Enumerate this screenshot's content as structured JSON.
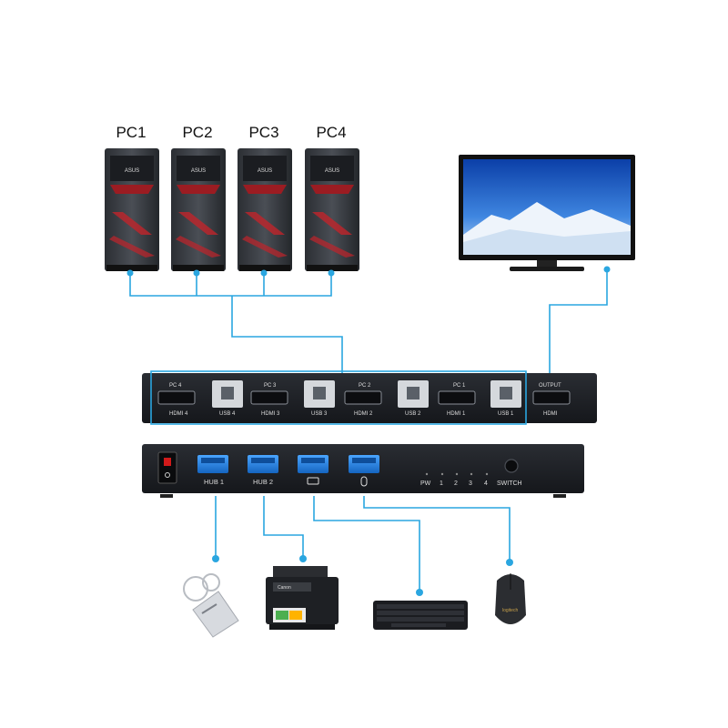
{
  "pcs": [
    {
      "label": "PC1",
      "brand": "ASUS"
    },
    {
      "label": "PC2",
      "brand": "ASUS"
    },
    {
      "label": "PC3",
      "brand": "ASUS"
    },
    {
      "label": "PC4",
      "brand": "ASUS"
    }
  ],
  "rear_panel": {
    "ports": [
      {
        "pc": "PC 4",
        "hdmi": "HDMI 4",
        "usb": "USB 4"
      },
      {
        "pc": "PC 3",
        "hdmi": "HDMI 3",
        "usb": "USB 3"
      },
      {
        "pc": "PC 2",
        "hdmi": "HDMI 2",
        "usb": "USB 2"
      },
      {
        "pc": "PC 1",
        "hdmi": "HDMI 1",
        "usb": "USB 1"
      }
    ],
    "output_label": "OUTPUT",
    "output_hdmi": "HDMI"
  },
  "front_panel": {
    "hub1": "HUB 1",
    "hub2": "HUB 2",
    "pw": "PW",
    "leds": [
      "1",
      "2",
      "3",
      "4"
    ],
    "switch": "SWITCH"
  },
  "peripherals": {
    "printer_brand": "Canon",
    "mouse_brand": "logitech"
  },
  "colors": {
    "connector": "#2aa6e0",
    "device": "#1c1f26",
    "port_blue": "#1e7fd8",
    "pc_accent": "#c0242b"
  }
}
